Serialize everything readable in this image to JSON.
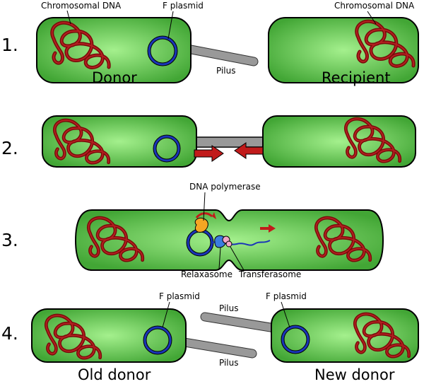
{
  "steps": [
    "1.",
    "2.",
    "3.",
    "4."
  ],
  "labels": {
    "chromosomal_dna_donor": "Chromosomal DNA",
    "f_plasmid_donor": "F plasmid",
    "pilus_1": "Pilus",
    "donor": "Donor",
    "chromosomal_dna_recipient": "Chromosomal DNA",
    "recipient": "Recipient",
    "dna_polymerase": "DNA polymerase",
    "relaxasome": "Relaxasome",
    "transferasome": "Transferasome",
    "f_plasmid_old": "F plasmid",
    "f_plasmid_new": "F plasmid",
    "pilus_4a": "Pilus",
    "pilus_4b": "Pilus",
    "old_donor": "Old donor",
    "new_donor": "New donor"
  },
  "colors": {
    "cell_fill_center": "#8fe37a",
    "cell_fill_edge": "#3fa331",
    "dna": "#7a0a0a",
    "plasmid": "#1a35b8",
    "arrow": "#c11b1b",
    "pilus": "#999999",
    "polymerase": "#f5a623",
    "relaxasome": "#3a7de0",
    "transferasome": "#f2a6c8"
  }
}
